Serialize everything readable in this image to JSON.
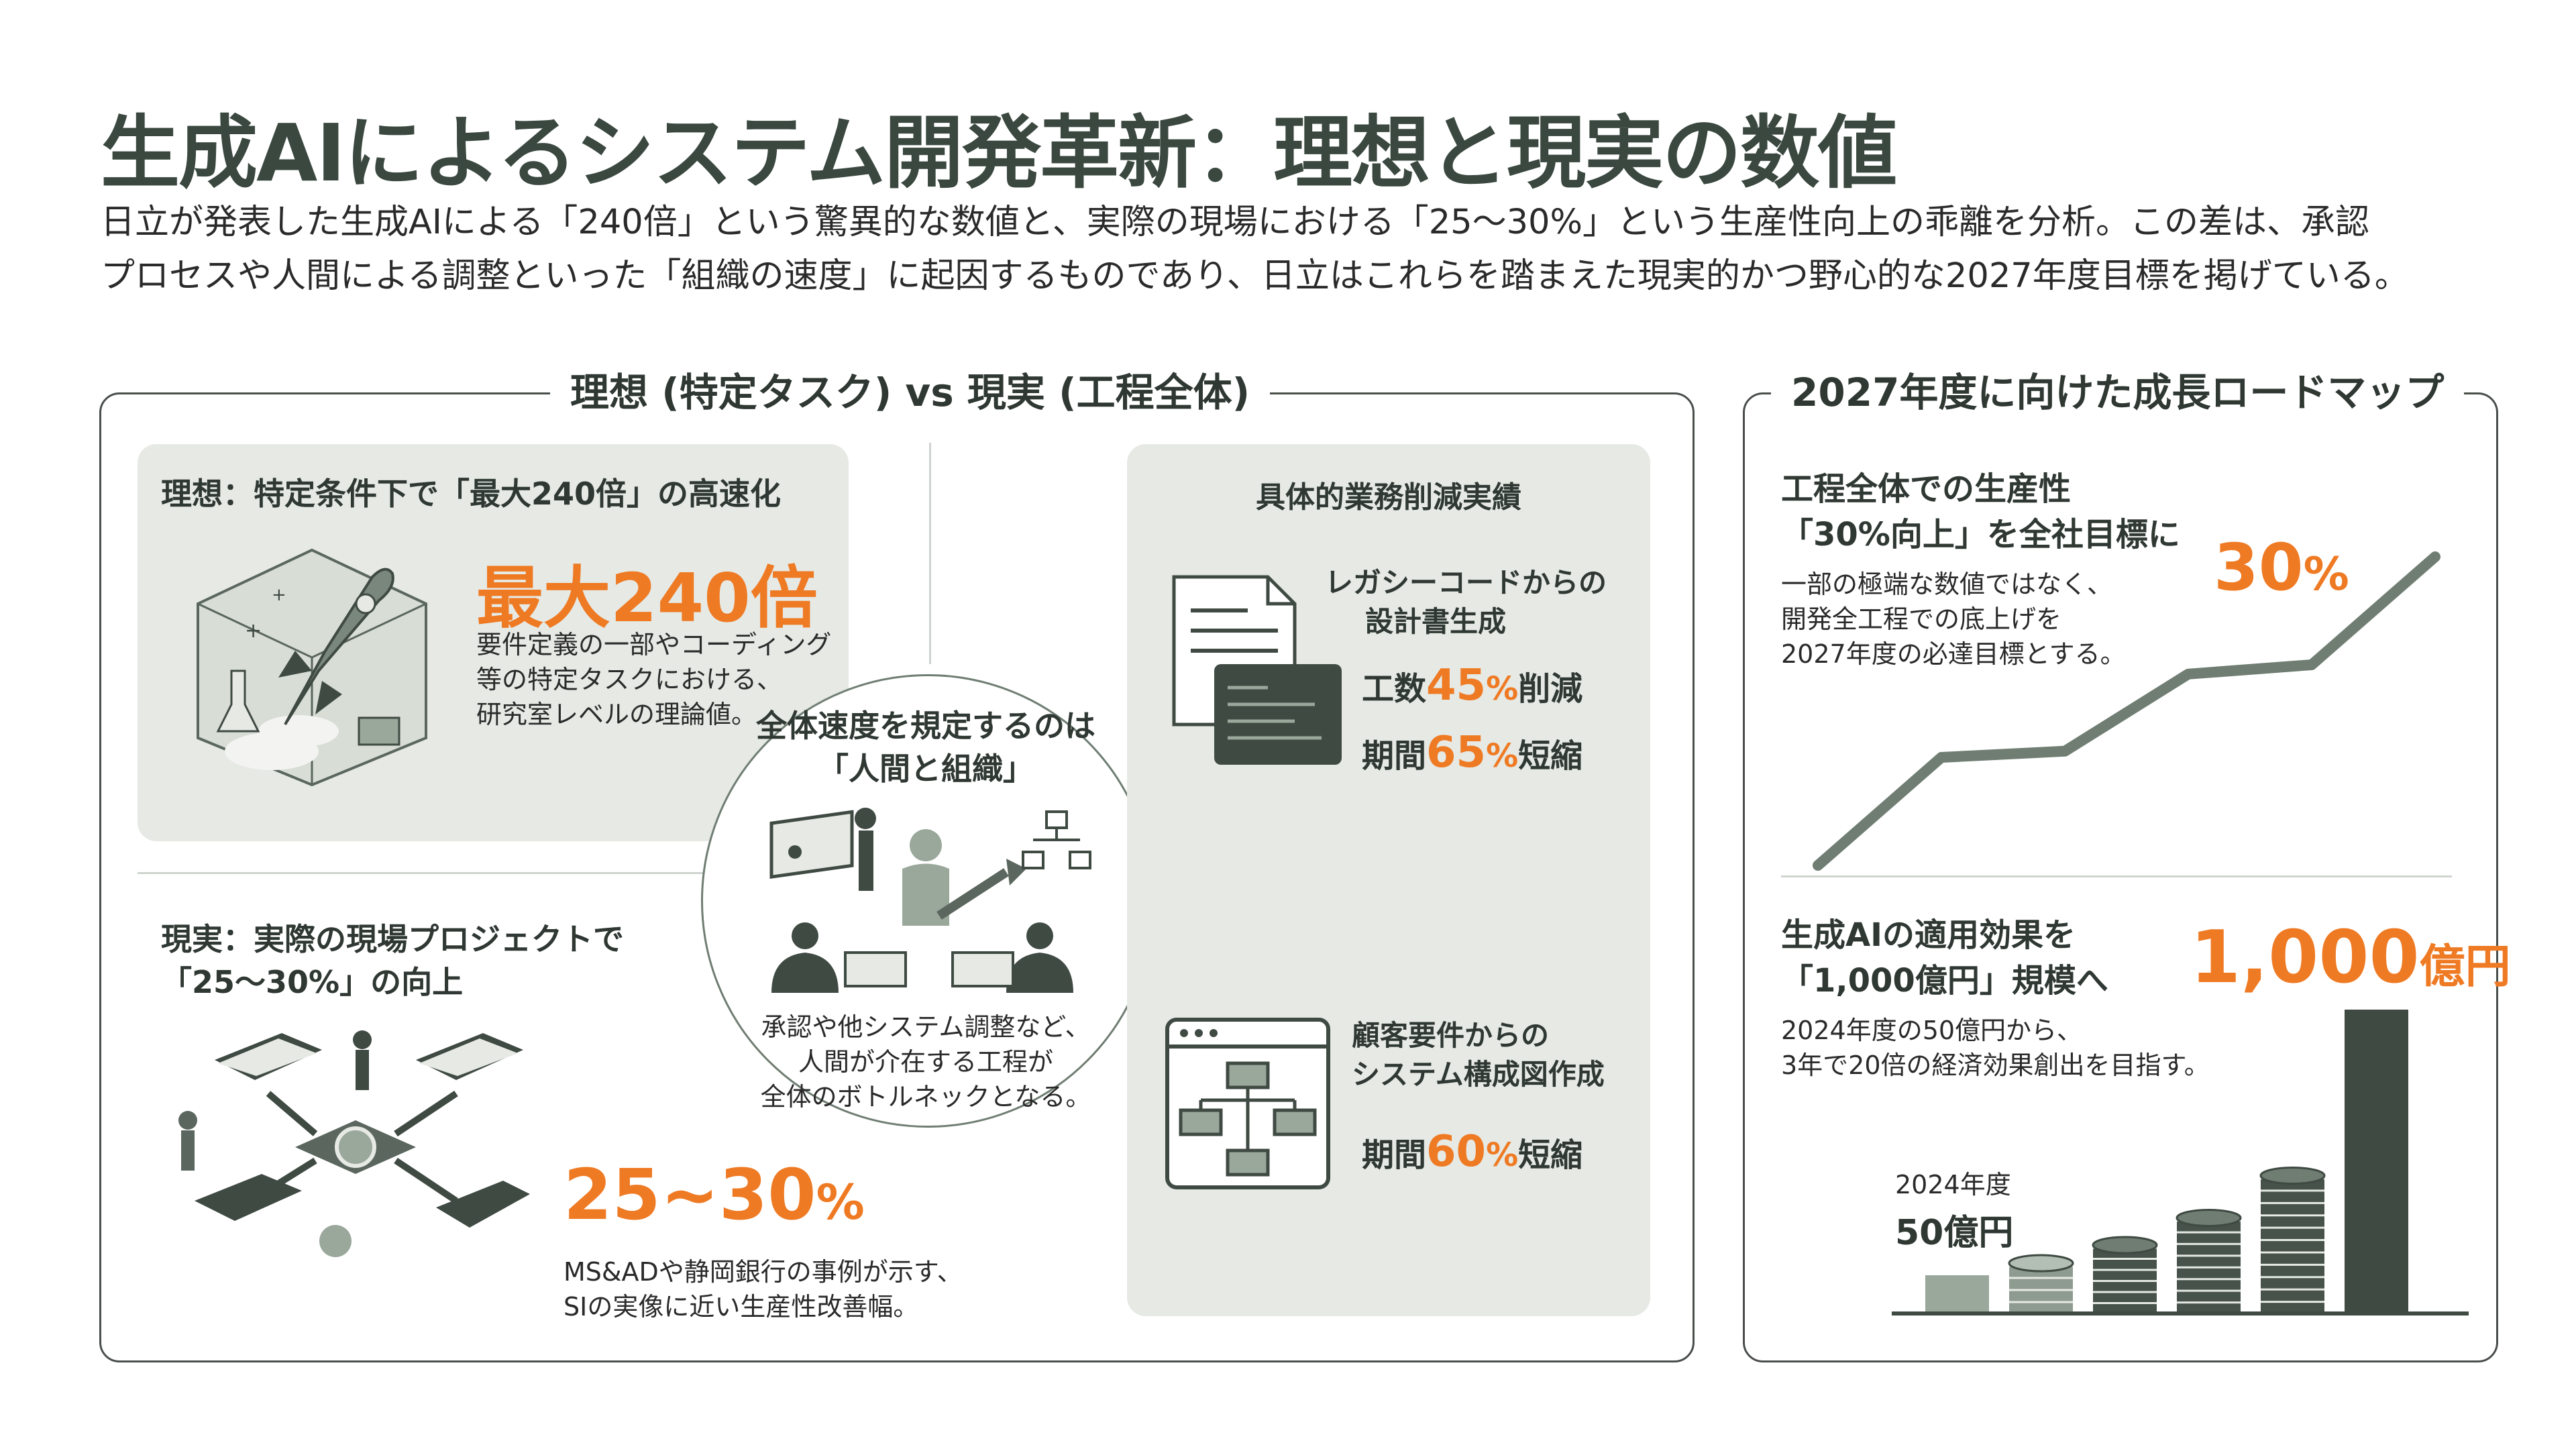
{
  "header": {
    "title": "生成AIによるシステム開発革新：理想と現実の数値",
    "intro_line1": "日立が発表した生成AIによる「240倍」という驚異的な数値と、実際の現場における「25〜30%」という生産性向上の乖離を分析。この差は、承認",
    "intro_line2": "プロセスや人間による調整といった「組織の速度」に起因するものであり、日立はこれらを踏まえた現実的かつ野心的な2027年度目標を掲げている。"
  },
  "left_section": {
    "title": "理想 (特定タスク) vs 現実 (工程全体)",
    "ideal": {
      "heading": "理想：特定条件下で「最大240倍」の高速化",
      "value": "最大240倍",
      "desc": [
        "要件定義の一部やコーディング",
        "等の特定タスクにおける、",
        "研究室レベルの理論値。"
      ],
      "icon": "rocket-lab-icon"
    },
    "reality": {
      "heading": [
        "現実：実際の現場プロジェクトで",
        "「25〜30%」の向上"
      ],
      "value_main": "25~30",
      "value_unit": "%",
      "desc": [
        "MS&ADや静岡銀行の事例が示す、",
        "SIの実像に近い生産性改善幅。"
      ],
      "icon": "workflow-network-icon"
    },
    "center": {
      "heading": [
        "全体速度を規定するのは",
        "「人間と組織」"
      ],
      "desc": [
        "承認や他システム調整など、",
        "人間が介在する工程が",
        "全体のボトルネックとなる。"
      ],
      "icon": "people-organization-icon"
    },
    "results": {
      "title": "具体的業務削減実績",
      "item1": {
        "label": [
          "レガシーコードからの",
          "設計書生成"
        ],
        "line1": {
          "prefix": "工数",
          "value": "45",
          "unit": "%",
          "suffix": "削減"
        },
        "line2": {
          "prefix": "期間",
          "value": "65",
          "unit": "%",
          "suffix": "短縮"
        },
        "icon": "document-code-icon"
      },
      "item2": {
        "label": [
          "顧客要件からの",
          "システム構成図作成"
        ],
        "line1": {
          "prefix": "期間",
          "value": "60",
          "unit": "%",
          "suffix": "短縮"
        },
        "icon": "flowchart-window-icon"
      }
    }
  },
  "right_section": {
    "title": "2027年度に向けた成長ロードマップ",
    "productivity": {
      "heading": [
        "工程全体での生産性",
        "「30%向上」を全社目標に"
      ],
      "desc": [
        "一部の極端な数値ではなく、",
        "開発全工程での底上げを",
        "2027年度の必達目標とする。"
      ],
      "value": "30",
      "unit": "%",
      "line_points": [
        0.0,
        0.35,
        0.37,
        0.62,
        0.65,
        1.0
      ]
    },
    "effect": {
      "heading": [
        "生成AIの適用効果を",
        "「1,000億円」規模へ"
      ],
      "desc": [
        "2024年度の50億円から、",
        "3年で20倍の経済効果創出を目指す。"
      ],
      "value": "1,000",
      "unit": "億円",
      "base_label": "2024年度",
      "base_value": "50億円",
      "bar_levels": [
        0.12,
        0.16,
        0.22,
        0.31,
        0.45,
        1.0
      ]
    }
  },
  "colors": {
    "accent": "#ef7a24",
    "dark_green": "#3f4a43",
    "mid_green": "#6f7d72",
    "light_green": "#9aa79b",
    "panel": "#e6e9e4",
    "border": "#4a4f4b"
  }
}
